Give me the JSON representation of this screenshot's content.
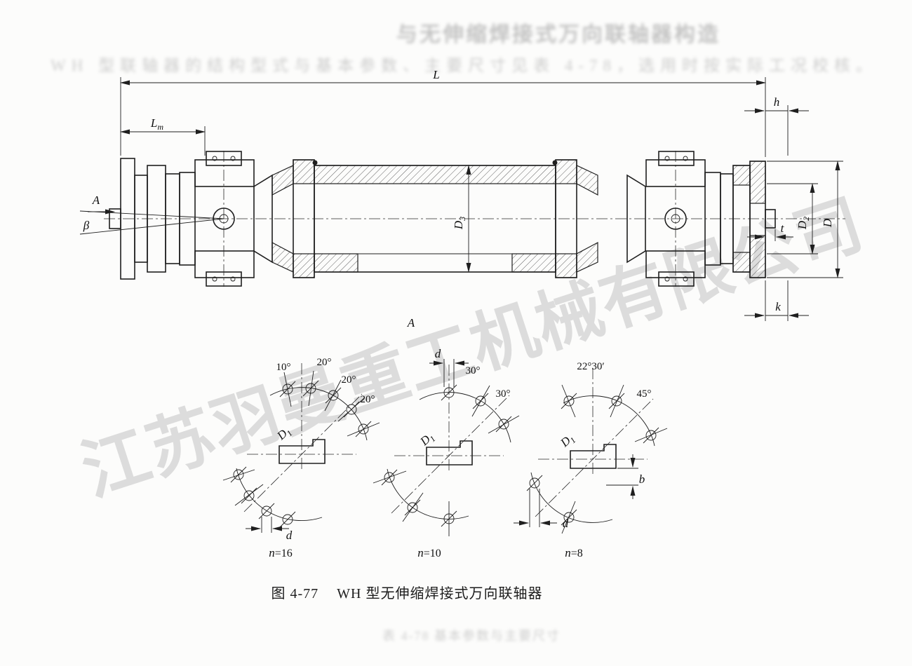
{
  "figure": {
    "caption_label": "图 4-77",
    "caption_title": "WH 型无伸缩焊接式万向联轴器"
  },
  "watermark": {
    "text": "江苏羽曼重工机械有限公司"
  },
  "ghost": {
    "line1": "与无伸缩焊接式万向联轴器构造",
    "line2": "WH 型联轴器的结构型式与基本参数、主要尺寸见表 4-78，选用时按实际工况校核。",
    "line3": "表 4-78 基本参数与主要尺寸"
  },
  "labels": {
    "L": "L",
    "Lm_base": "L",
    "Lm_sub": "m",
    "h": "h",
    "k": "k",
    "t": "t",
    "D": "D",
    "D2_base": "D",
    "D2_sub": "2",
    "D3_base": "D",
    "D3_sub": "3",
    "beta": "β",
    "view_arrow": "A",
    "section_mark": "A"
  },
  "views": [
    {
      "angle1": "10°",
      "angle2": "20°",
      "angle3": "20°",
      "angle4": "20°",
      "D1_base": "D",
      "D1_sub": "1",
      "d": "d",
      "n_var": "n",
      "n_val": "=16"
    },
    {
      "angle1": "30°",
      "angle2": "30°",
      "D1_base": "D",
      "D1_sub": "1",
      "d": "d",
      "n_var": "n",
      "n_val": "=10"
    },
    {
      "angle1": "22°30′",
      "angle2": "45°",
      "D1_base": "D",
      "D1_sub": "1",
      "d": "d",
      "b": "b",
      "n_var": "n",
      "n_val": "=8"
    }
  ]
}
